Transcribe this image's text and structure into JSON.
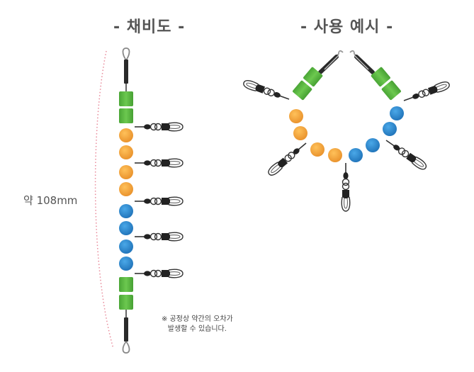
{
  "header": {
    "left_title": "- 채비도 -",
    "right_title": "- 사용 예시 -"
  },
  "measure": {
    "length_label": "약 108mm"
  },
  "note": {
    "line1": "※ 공정상 약간의 오차가",
    "line2": "발생할 수 있습니다."
  },
  "colors": {
    "green": "#5bb843",
    "orange": "#f2a132",
    "blue": "#2a87cc",
    "wire": "#333333",
    "dotted_line": "#e88a9a"
  }
}
